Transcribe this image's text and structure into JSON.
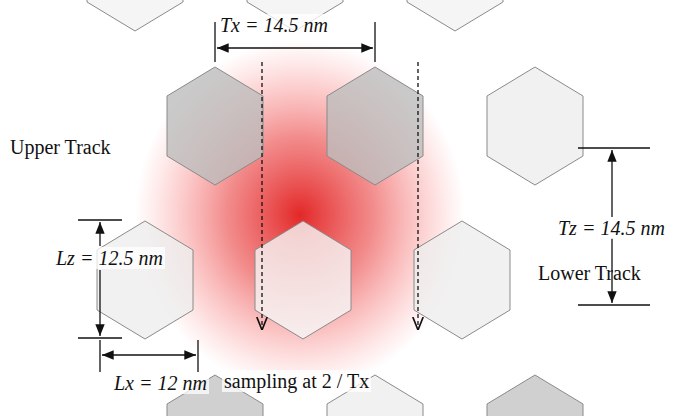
{
  "diagram": {
    "labels": [
      "Tx = 14.5 nm",
      "Upper Track",
      "Tz = 14.5 nm",
      "Lz = 12.5 nm",
      "Lower Track",
      "sampling at 2 / Tx",
      "Lx = 12 nm"
    ]
  }
}
